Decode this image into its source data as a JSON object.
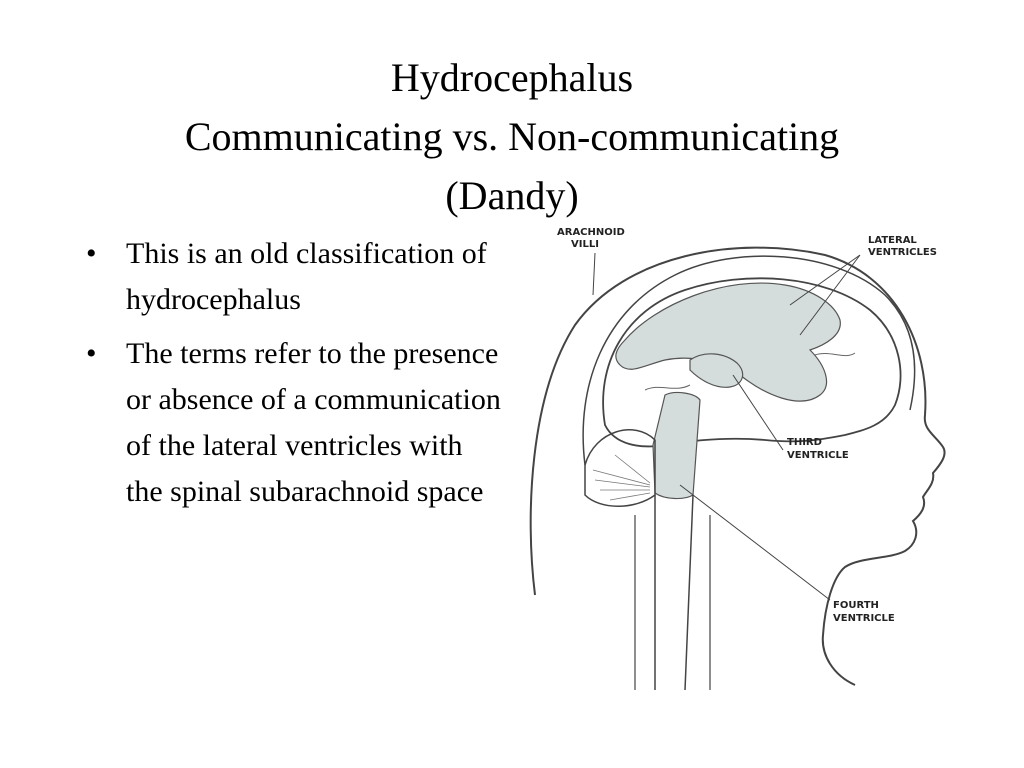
{
  "title": {
    "line1": "Hydrocephalus",
    "line2": "Communicating vs. Non-communicating",
    "line3": "(Dandy)"
  },
  "bullets": [
    "This is an old classification of hydrocephalus",
    "The terms refer to the presence or absence of a communication of the lateral ventricles with the spinal subarachnoid space"
  ],
  "diagram": {
    "labels": {
      "arachnoid_1": "ARACHNOID",
      "arachnoid_2": "VILLI",
      "lateral_1": "LATERAL",
      "lateral_2": "VENTRICLES",
      "third_1": "THIRD",
      "third_2": "VENTRICLE",
      "fourth_1": "FOURTH",
      "fourth_2": "VENTRICLE"
    },
    "colors": {
      "ventricle_fill": "#d4dcdc",
      "outline": "#444444"
    }
  }
}
